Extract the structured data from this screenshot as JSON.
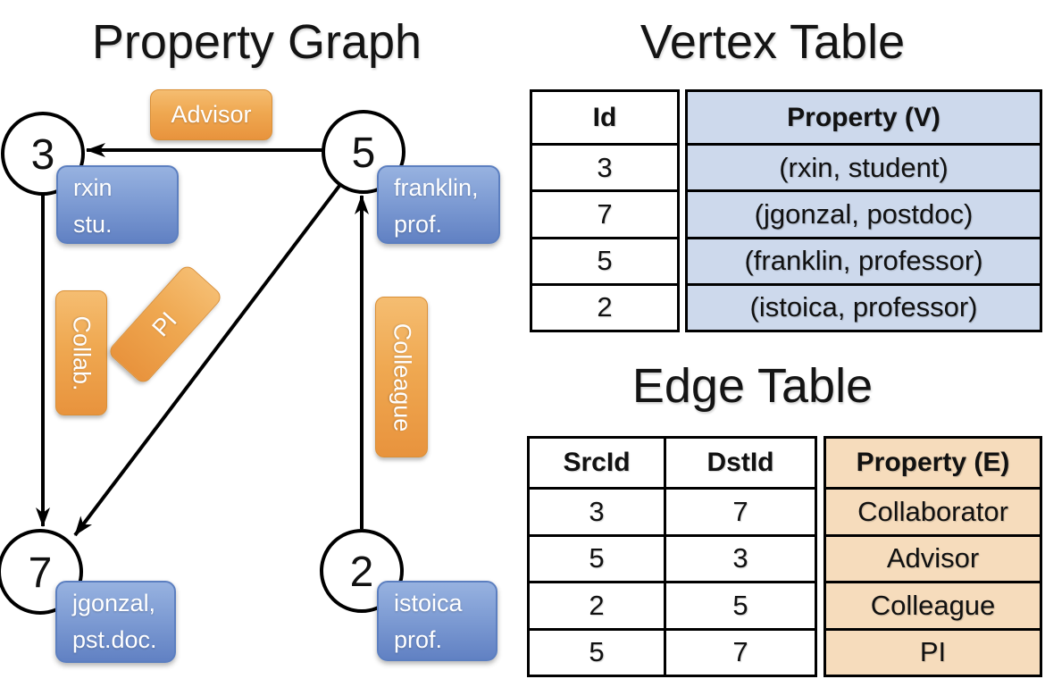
{
  "graph": {
    "title": "Property Graph",
    "vertices": [
      {
        "id": "3",
        "label_lines": [
          "rxin",
          "stu."
        ]
      },
      {
        "id": "5",
        "label_lines": [
          "franklin,",
          "prof."
        ]
      },
      {
        "id": "7",
        "label_lines": [
          "jgonzal,",
          "pst.doc."
        ]
      },
      {
        "id": "2",
        "label_lines": [
          "istoica",
          "prof."
        ]
      }
    ],
    "edges": [
      {
        "label": "Advisor",
        "from": "5",
        "to": "3"
      },
      {
        "label": "Collab.",
        "from": "3",
        "to": "7"
      },
      {
        "label": "PI",
        "from": "5",
        "to": "7"
      },
      {
        "label": "Colleague",
        "from": "2",
        "to": "5"
      }
    ]
  },
  "vertex_table": {
    "title": "Vertex Table",
    "columns": [
      "Id",
      "Property (V)"
    ],
    "rows": [
      [
        "3",
        "(rxin, student)"
      ],
      [
        "7",
        "(jgonzal, postdoc)"
      ],
      [
        "5",
        "(franklin, professor)"
      ],
      [
        "2",
        "(istoica, professor)"
      ]
    ]
  },
  "edge_table": {
    "title": "Edge Table",
    "columns": [
      "SrcId",
      "DstId",
      "Property (E)"
    ],
    "rows": [
      [
        "3",
        "7",
        "Collaborator"
      ],
      [
        "5",
        "3",
        "Advisor"
      ],
      [
        "2",
        "5",
        "Colleague"
      ],
      [
        "5",
        "7",
        "PI"
      ]
    ]
  },
  "colors": {
    "edge_label_orange": "#ED9C46",
    "vertex_label_blue": "#7495CF",
    "vertex_property_fill": "#CDD9EC",
    "edge_property_fill": "#F6DCBC",
    "line_black": "#000000"
  }
}
